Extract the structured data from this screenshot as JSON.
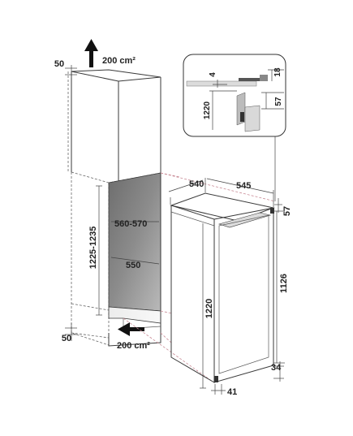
{
  "labels": {
    "top_vent_area": "200 cm²",
    "bottom_vent_area": "200 cm²",
    "top_gap": "50",
    "bottom_gap": "50",
    "niche_height": "1225-1235",
    "niche_width": "560-570",
    "niche_depth": "550",
    "fridge_width": "540",
    "fridge_depth": "545",
    "fridge_height": "1220",
    "door_height": "1126",
    "top_offset": "57",
    "bottom_offset": "34",
    "plinth_offset": "41",
    "detail_18": "18",
    "detail_4": "4",
    "detail_1220": "1220",
    "detail_57": "57"
  }
}
